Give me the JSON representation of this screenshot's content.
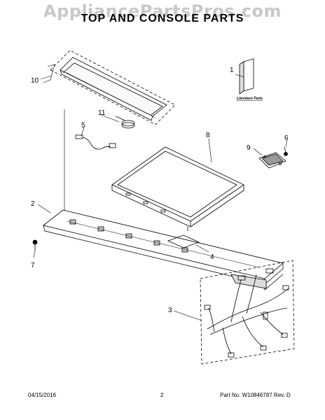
{
  "watermark": "AppliancePartsPros.com",
  "title": "TOP AND CONSOLE PARTS",
  "literature_label": "Literature Parts",
  "callouts": [
    "1",
    "2",
    "3",
    "4",
    "5",
    "6",
    "7",
    "8",
    "9",
    "10",
    "11"
  ],
  "footer": {
    "date": "04/15/2016",
    "page": "2",
    "part_number": "Part No.  W10846787  Rev. D"
  }
}
